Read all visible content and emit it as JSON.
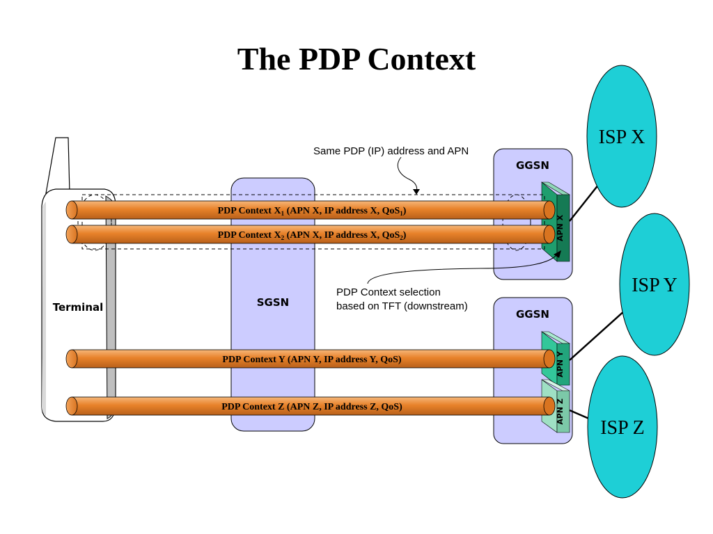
{
  "title": "The PDP Context",
  "terminal": {
    "label": "Terminal"
  },
  "sgsn": {
    "label": "SGSN"
  },
  "ggsn_top": {
    "label": "GGSN"
  },
  "ggsn_bottom": {
    "label": "GGSN"
  },
  "annotations": {
    "same_address": "Same PDP (IP) address and APN",
    "selection_line1": "PDP Context selection",
    "selection_line2": "based on TFT (downstream)"
  },
  "pipes": {
    "x1": {
      "part1": "PDP Context X",
      "sub1": "1",
      "part2": " (APN X, IP address X, QoS",
      "sub2": "1",
      "part3": ")"
    },
    "x2": {
      "part1": "PDP Context X",
      "sub1": "2",
      "part2": " (APN X, IP address X, QoS",
      "sub2": "2",
      "part3": ")"
    },
    "y": {
      "label": "PDP Context Y (APN Y, IP address Y, QoS)"
    },
    "z": {
      "label": "PDP Context Z (APN Z, IP address Z, QoS)"
    }
  },
  "apn": {
    "x": "APN X",
    "y": "APN Y",
    "z": "APN Z"
  },
  "isp": {
    "x": "ISP X",
    "y": "ISP Y",
    "z": "ISP Z"
  },
  "colors": {
    "pipe": "#e8822a",
    "node_fill": "#ccccff",
    "isp_fill": "#1ecfd6",
    "apn_x": "#1f9e6e",
    "apn_y": "#33c79a",
    "apn_z": "#9fe0c4"
  }
}
